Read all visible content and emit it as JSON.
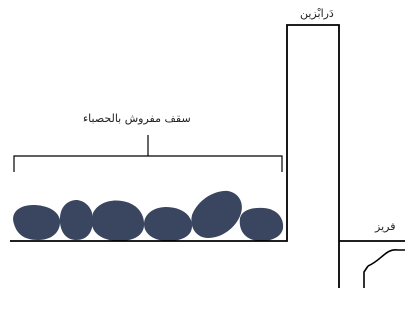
{
  "labels": {
    "gravel_roof": "سقف مفروش بالحصباء",
    "parapet": "دَرابْزين",
    "frieze": "فريز"
  },
  "colors": {
    "stone_fill": "#3a4560",
    "line": "#000000",
    "background": "#ffffff"
  }
}
